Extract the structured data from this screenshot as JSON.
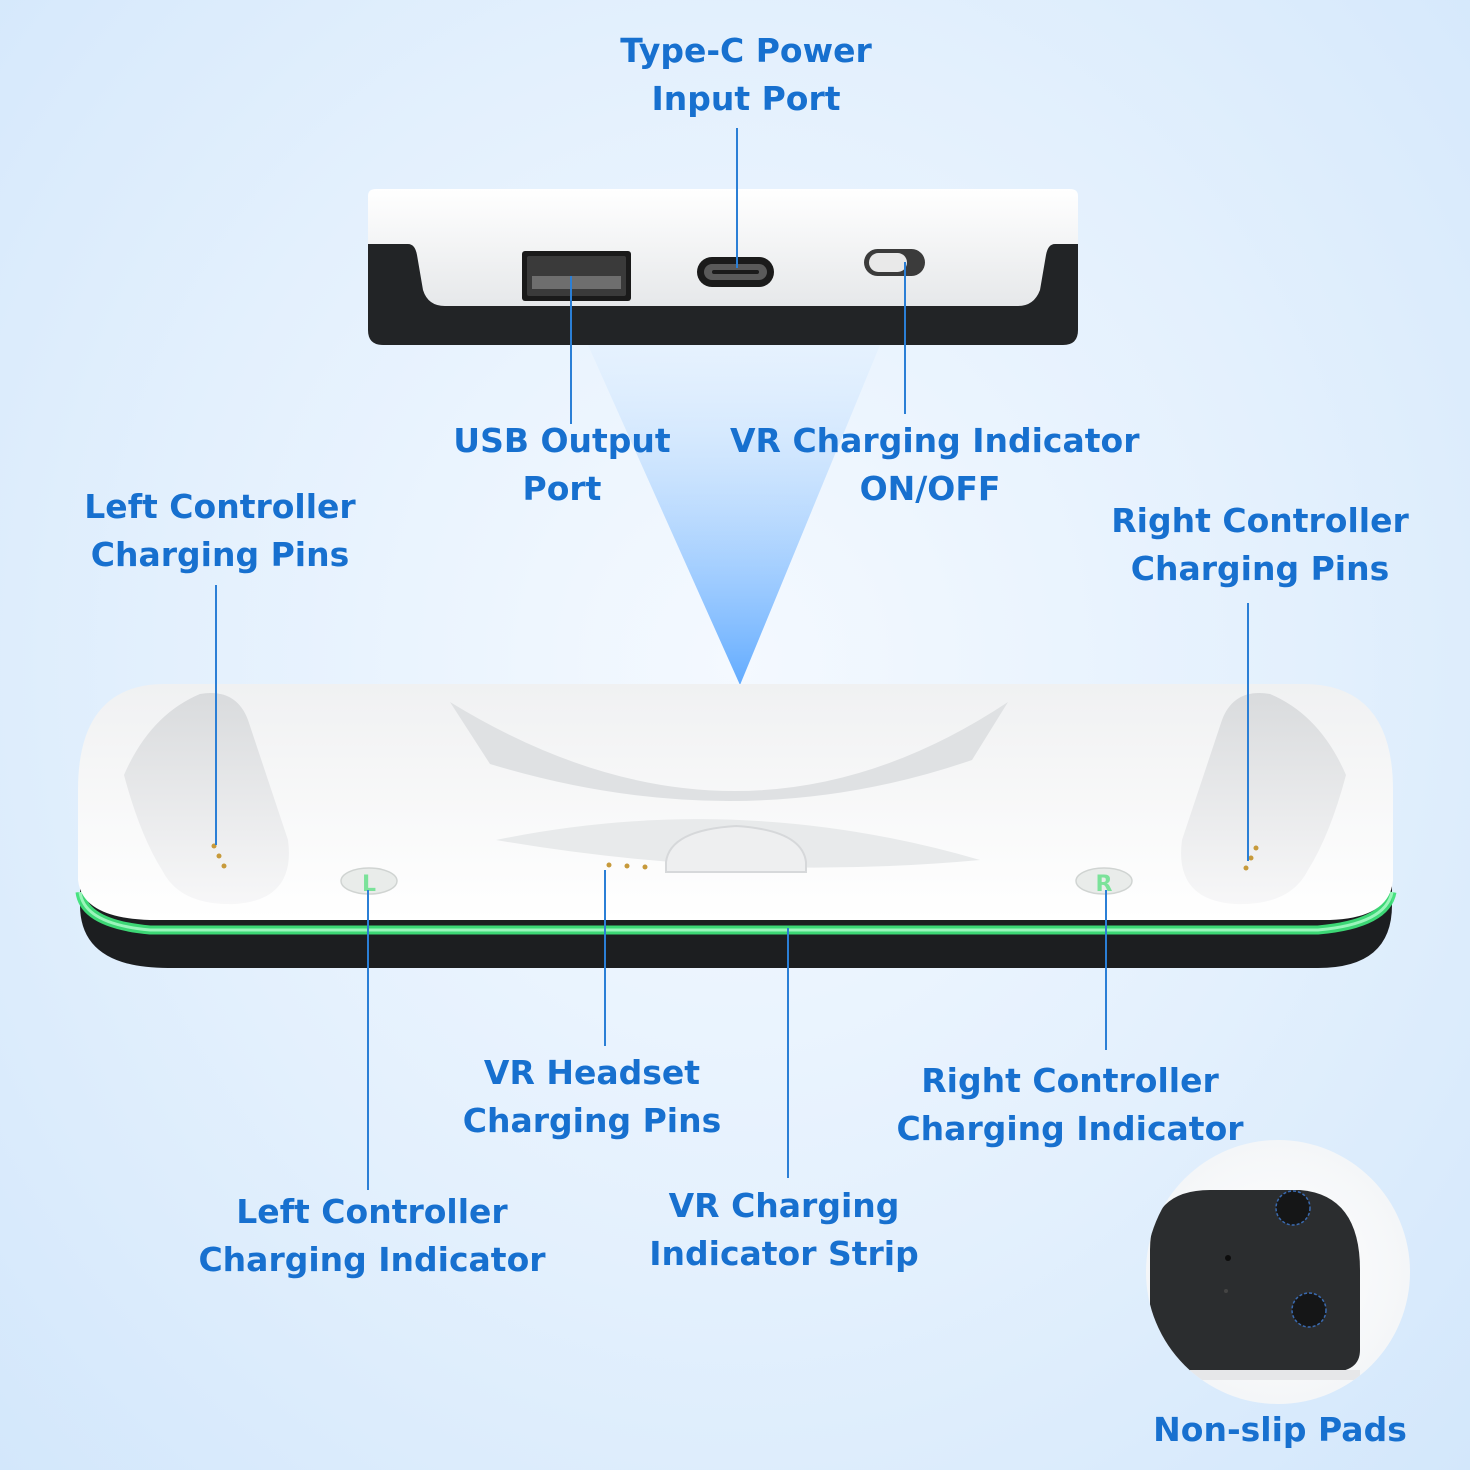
{
  "labels": {
    "type_c": [
      "Type-C Power",
      "Input Port"
    ],
    "usb_output": [
      "USB Output",
      "Port"
    ],
    "vr_indicator_switch": [
      "VR Charging Indicator",
      "ON/OFF"
    ],
    "left_pins": [
      "Left Controller",
      "Charging Pins"
    ],
    "right_pins": [
      "Right Controller",
      "Charging Pins"
    ],
    "headset_pins": [
      "VR Headset",
      "Charging Pins"
    ],
    "right_indicator": [
      "Right Controller",
      "Charging Indicator"
    ],
    "left_indicator": [
      "Left Controller",
      "Charging Indicator"
    ],
    "indicator_strip": [
      "VR Charging",
      "Indicator Strip"
    ],
    "non_slip": [
      "Non-slip Pads"
    ]
  },
  "dock_marks": {
    "left": "L",
    "right": "R"
  },
  "colors": {
    "label": "#1770cf",
    "leader": "#2b7fd6",
    "strip_glow": "#3ee27a",
    "dock_body": "#f4f5f6",
    "dock_base": "#1c1e20"
  }
}
